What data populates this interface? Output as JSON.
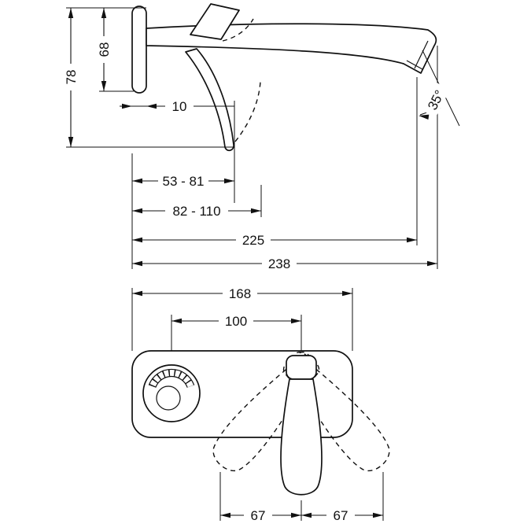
{
  "page": {
    "background": "#ffffff",
    "line_color": "#111111"
  },
  "diagram": {
    "type": "technical-drawing",
    "subject": "wall-mounted-single-lever-basin-mixer",
    "views": {
      "side": {
        "dimensions": {
          "plate_height": "68",
          "overall_height": "78",
          "wall_clearance": "10",
          "spout_bottom_range": "53 - 81",
          "handle_top_range": "82 - 110",
          "spout_reach": "225",
          "overall_depth": "238",
          "outlet_angle": "35°"
        }
      },
      "front": {
        "dimensions": {
          "plate_width": "168",
          "centers_distance": "100",
          "handle_swing_left": "67",
          "handle_swing_right": "67"
        }
      }
    }
  }
}
